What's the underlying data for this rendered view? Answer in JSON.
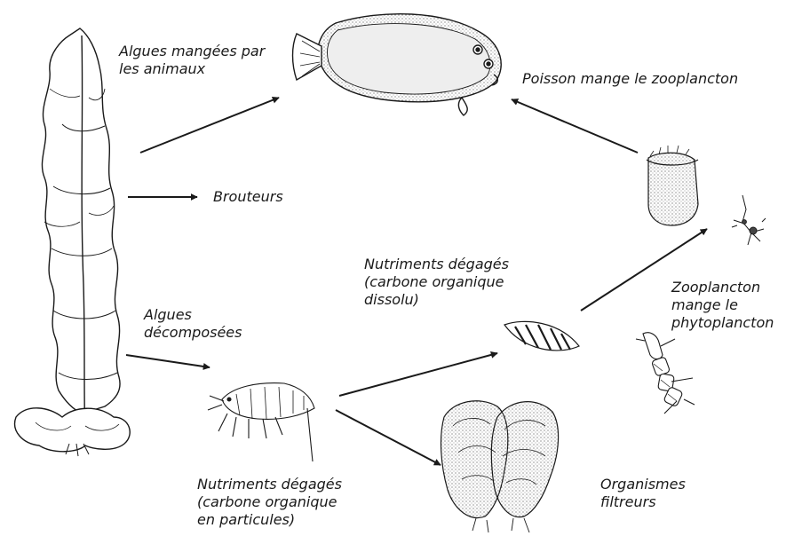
{
  "labels": {
    "algues_mangees": [
      "Algues mangées par",
      "les animaux"
    ],
    "poisson": [
      "Poisson mange le zooplancton"
    ],
    "brouteurs": [
      "Brouteurs"
    ],
    "nutriments_dissous": [
      "Nutriments dégagés",
      "(carbone organique",
      "dissolu)"
    ],
    "algues_decomposees": [
      "Algues",
      "décomposées"
    ],
    "zooplancton": [
      "Zooplancton",
      "mange le",
      "phytoplancton"
    ],
    "nutriments_particules": [
      "Nutriments dégagés",
      "(carbone organique",
      "en particules)"
    ],
    "filtreurs": [
      "Organismes",
      "filtreurs"
    ]
  },
  "icons": [
    "kelp-plant-icon",
    "flatfish-icon",
    "jellyfish-zooplankton-icon",
    "copepod-zooplankton-icon",
    "diatom-chain-icon",
    "phytoplankton-cell-icon",
    "amphipod-icon",
    "mussels-icon"
  ],
  "colors": {
    "ink": "#1a1a1a",
    "background": "#ffffff"
  }
}
